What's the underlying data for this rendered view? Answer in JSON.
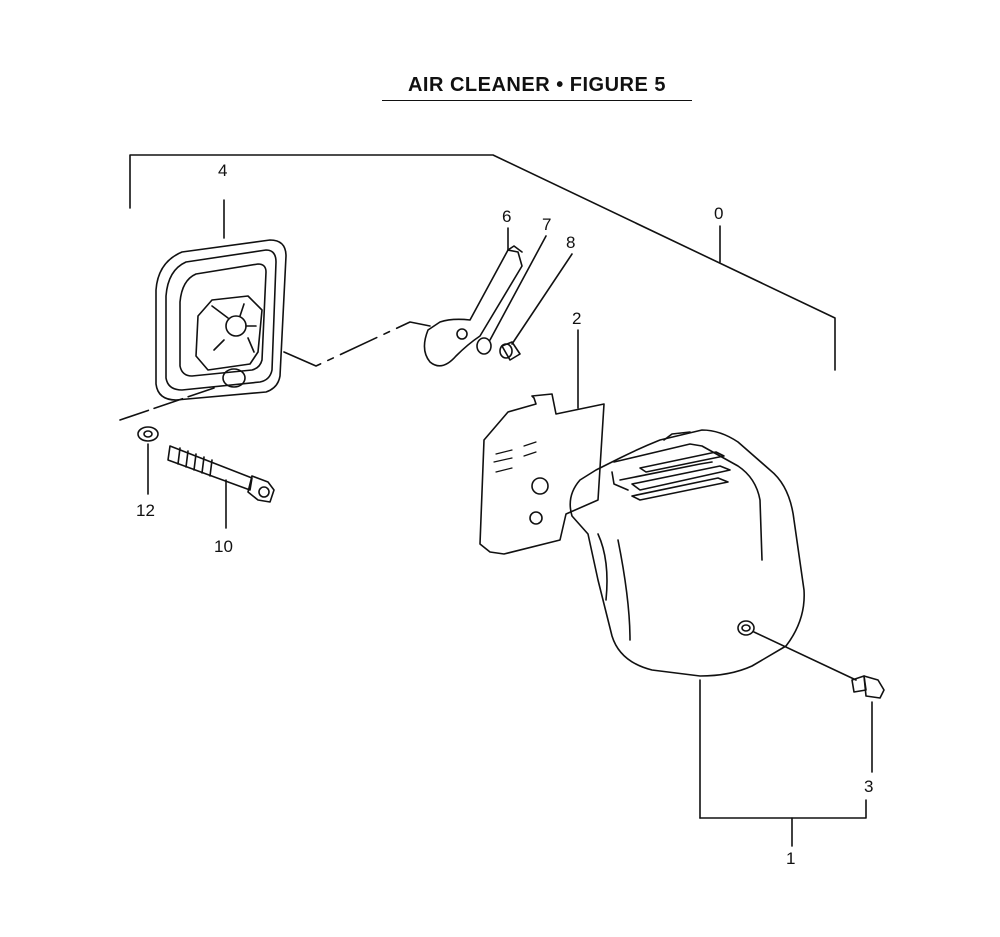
{
  "title": "AIR CLEANER • FIGURE 5",
  "callouts": [
    {
      "id": "c0",
      "label": "0"
    },
    {
      "id": "c1",
      "label": "1"
    },
    {
      "id": "c2",
      "label": "2"
    },
    {
      "id": "c3",
      "label": "3"
    },
    {
      "id": "c4",
      "label": "4"
    },
    {
      "id": "c6",
      "label": "6"
    },
    {
      "id": "c7",
      "label": "7"
    },
    {
      "id": "c8",
      "label": "8"
    },
    {
      "id": "c10",
      "label": "10"
    },
    {
      "id": "c12",
      "label": "12"
    }
  ],
  "colors": {
    "line": "#111111",
    "background": "#ffffff"
  }
}
